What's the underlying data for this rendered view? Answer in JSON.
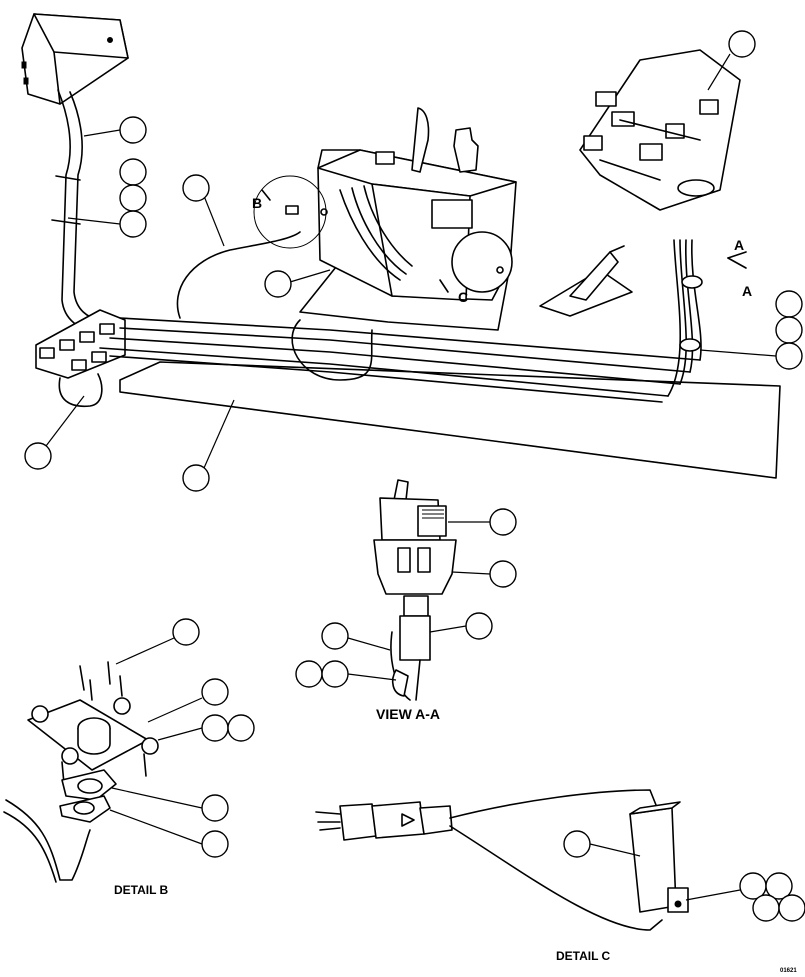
{
  "labels": {
    "view_a_a": "VIEW A-A",
    "detail_b": "DETAIL B",
    "detail_c": "DETAIL C",
    "arrow_a_top": "A",
    "arrow_a_bottom": "A",
    "marker_b": "B",
    "marker_c": "C",
    "drawing_code": "01621"
  }
}
